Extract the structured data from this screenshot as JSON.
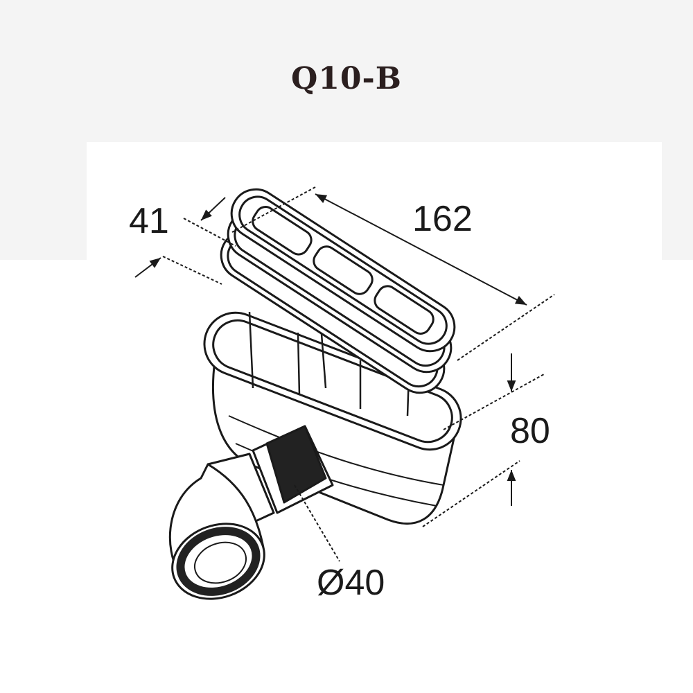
{
  "title": "Q10-B",
  "dimensions": {
    "depth": "41",
    "length": "162",
    "height": "80",
    "outlet_diameter": "Ø40"
  },
  "colors": {
    "line": "#1a1a1a",
    "title": "#2b1f1f"
  }
}
